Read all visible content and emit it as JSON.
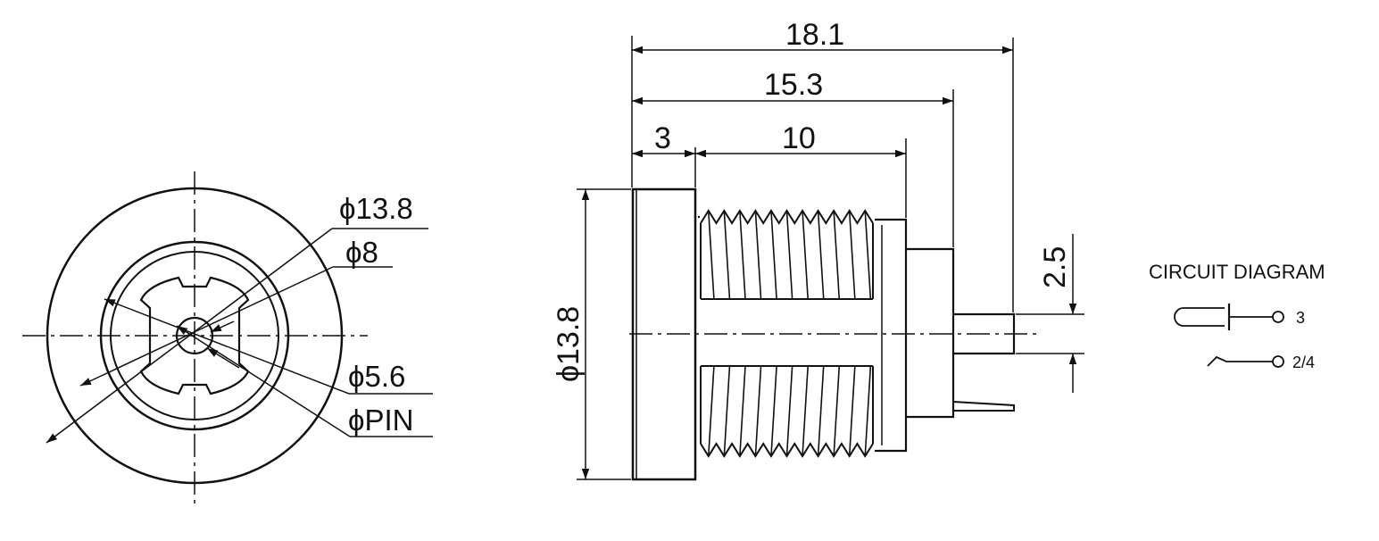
{
  "front_view": {
    "dim_outer_diameter": "ϕ13.8",
    "dim_inner_ring": "ϕ8",
    "dim_socket": "ϕ5.6",
    "dim_pin": "ϕPIN"
  },
  "side_view": {
    "dim_total_length": "18.1",
    "dim_body_length": "15.3",
    "dim_flange": "3",
    "dim_thread": "10",
    "dim_flange_diameter": "ϕ13.8",
    "dim_pin_offset": "2.5"
  },
  "circuit_diagram": {
    "title": "CIRCUIT DIAGRAM",
    "pin_sleeve": "3",
    "pin_switch": "2/4"
  }
}
